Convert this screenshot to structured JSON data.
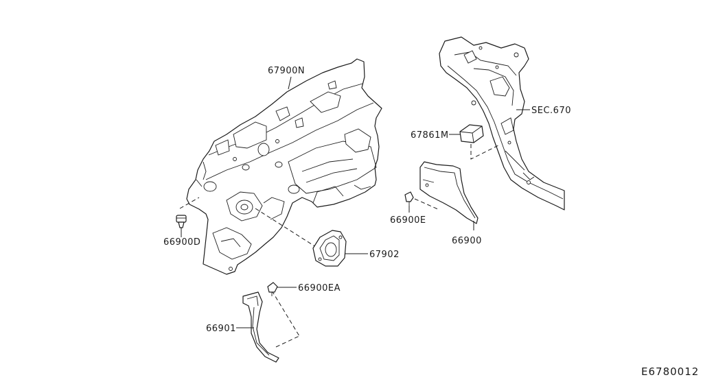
{
  "diagram": {
    "labels": {
      "dash_insulator": "67900N",
      "sec_ref": "SEC.670",
      "pad": "67861M",
      "clip_e": "66900E",
      "finisher_right": "66900",
      "clip_d": "66900D",
      "grommet_cover": "67902",
      "clip_ea": "66900EA",
      "finisher_left": "66901"
    },
    "drawing_code": "E6780012",
    "icons": [
      "dash-insulator-icon",
      "body-side-panel-icon",
      "pad-block-icon",
      "kick-plate-finisher-icon",
      "clip-fastener-icon",
      "grommet-cover-icon"
    ]
  }
}
